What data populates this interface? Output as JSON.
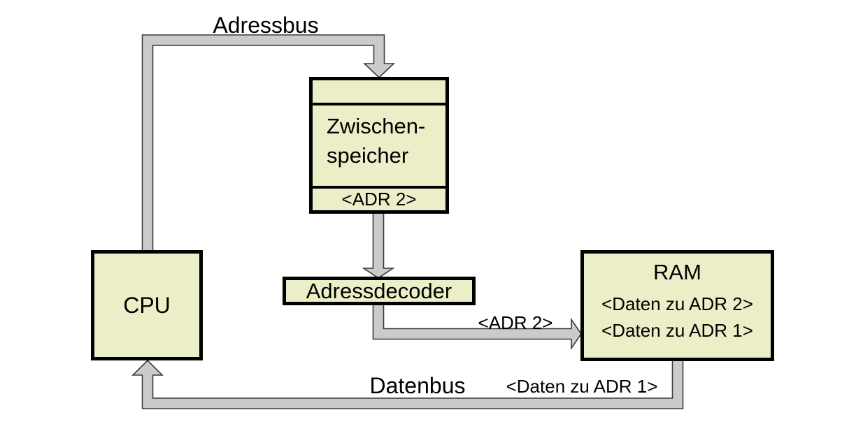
{
  "colors": {
    "background": "#ffffff",
    "box_fill": "#eceec8",
    "box_border": "#000000",
    "bus_fill": "#cbcbcb",
    "bus_outline": "#3b3b3b",
    "text": "#000000"
  },
  "boxes": {
    "cpu": {
      "label": "CPU"
    },
    "zwischenspeicher": {
      "name_line1": "Zwischen-",
      "name_line2": "speicher",
      "address_slot": "<ADR 2>"
    },
    "adressdecoder": {
      "label": "Adressdecoder"
    },
    "ram": {
      "label": "RAM",
      "row1": "<Daten zu ADR 2>",
      "row2": "<Daten zu ADR 1>"
    }
  },
  "bus_labels": {
    "adressbus": "Adressbus",
    "datenbus": "Datenbus",
    "adr2": "<ADR 2>",
    "daten_zu_adr1": "<Daten zu ADR 1>"
  }
}
